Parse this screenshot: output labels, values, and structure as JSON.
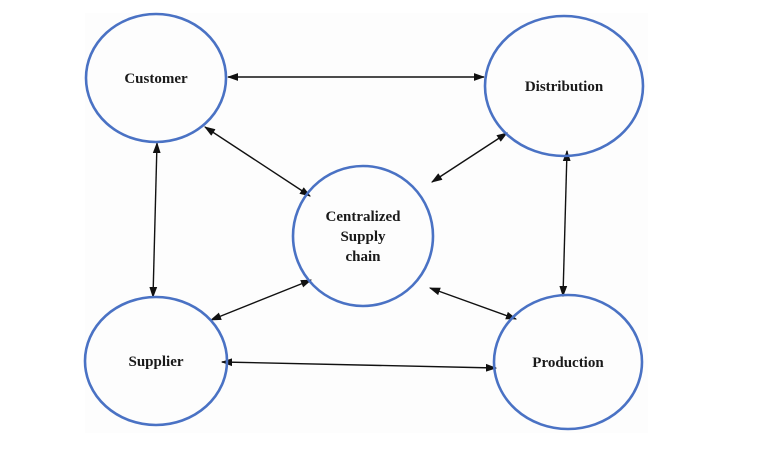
{
  "diagram": {
    "title": "",
    "colors": {
      "node_stroke": "#4a72c4",
      "edge": "#111111",
      "label": "#1a1a1a",
      "background": "#ffffff"
    },
    "nodes": [
      {
        "id": "customer",
        "lines": [
          "Customer"
        ]
      },
      {
        "id": "distribution",
        "lines": [
          "Distribution"
        ]
      },
      {
        "id": "centralized",
        "lines": [
          "Centralized",
          "Supply",
          "chain"
        ]
      },
      {
        "id": "supplier",
        "lines": [
          "Supplier"
        ]
      },
      {
        "id": "production",
        "lines": [
          "Production"
        ]
      }
    ],
    "edges": [
      {
        "from": "customer",
        "to": "distribution",
        "direction": "bidirectional"
      },
      {
        "from": "customer",
        "to": "centralized",
        "direction": "bidirectional"
      },
      {
        "from": "customer",
        "to": "supplier",
        "direction": "bidirectional"
      },
      {
        "from": "distribution",
        "to": "centralized",
        "direction": "bidirectional"
      },
      {
        "from": "distribution",
        "to": "production",
        "direction": "bidirectional"
      },
      {
        "from": "centralized",
        "to": "supplier",
        "direction": "bidirectional"
      },
      {
        "from": "centralized",
        "to": "production",
        "direction": "bidirectional"
      },
      {
        "from": "supplier",
        "to": "production",
        "direction": "bidirectional"
      }
    ]
  }
}
